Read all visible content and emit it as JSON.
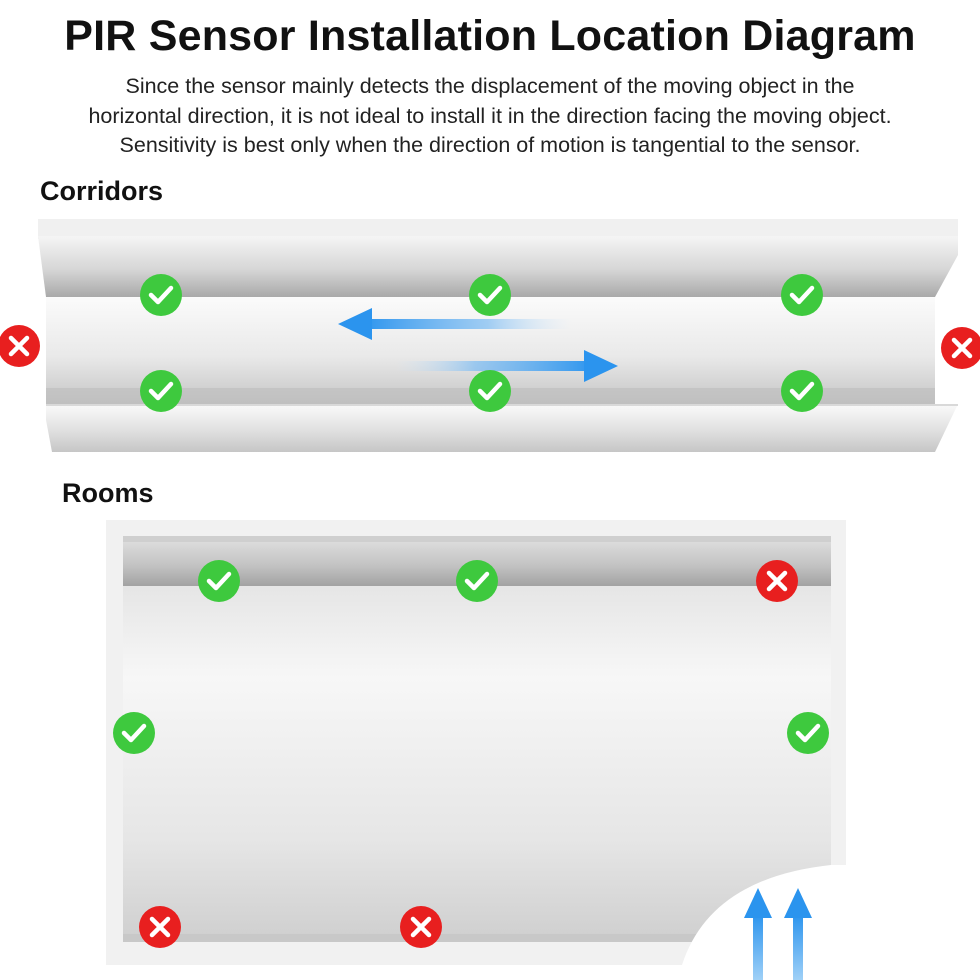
{
  "title": "PIR Sensor Installation Location Diagram",
  "description": [
    "Since the sensor mainly detects the displacement of the moving object in the",
    "horizontal direction, it is not ideal to install it in the direction facing the moving object.",
    "Sensitivity is best only when the direction of motion is tangential to the sensor."
  ],
  "sections": {
    "corridors": {
      "label": "Corridors"
    },
    "rooms": {
      "label": "Rooms"
    }
  },
  "colors": {
    "good": "#3ec93e",
    "bad": "#e81f1f",
    "motion_arrow": "#2b94ee",
    "wall_light": "#f4f4f4",
    "wall_shade": "#b9b9b9"
  },
  "icons": {
    "good": "check-circle-icon",
    "bad": "cross-circle-icon",
    "motion": "motion-arrow-icon"
  }
}
